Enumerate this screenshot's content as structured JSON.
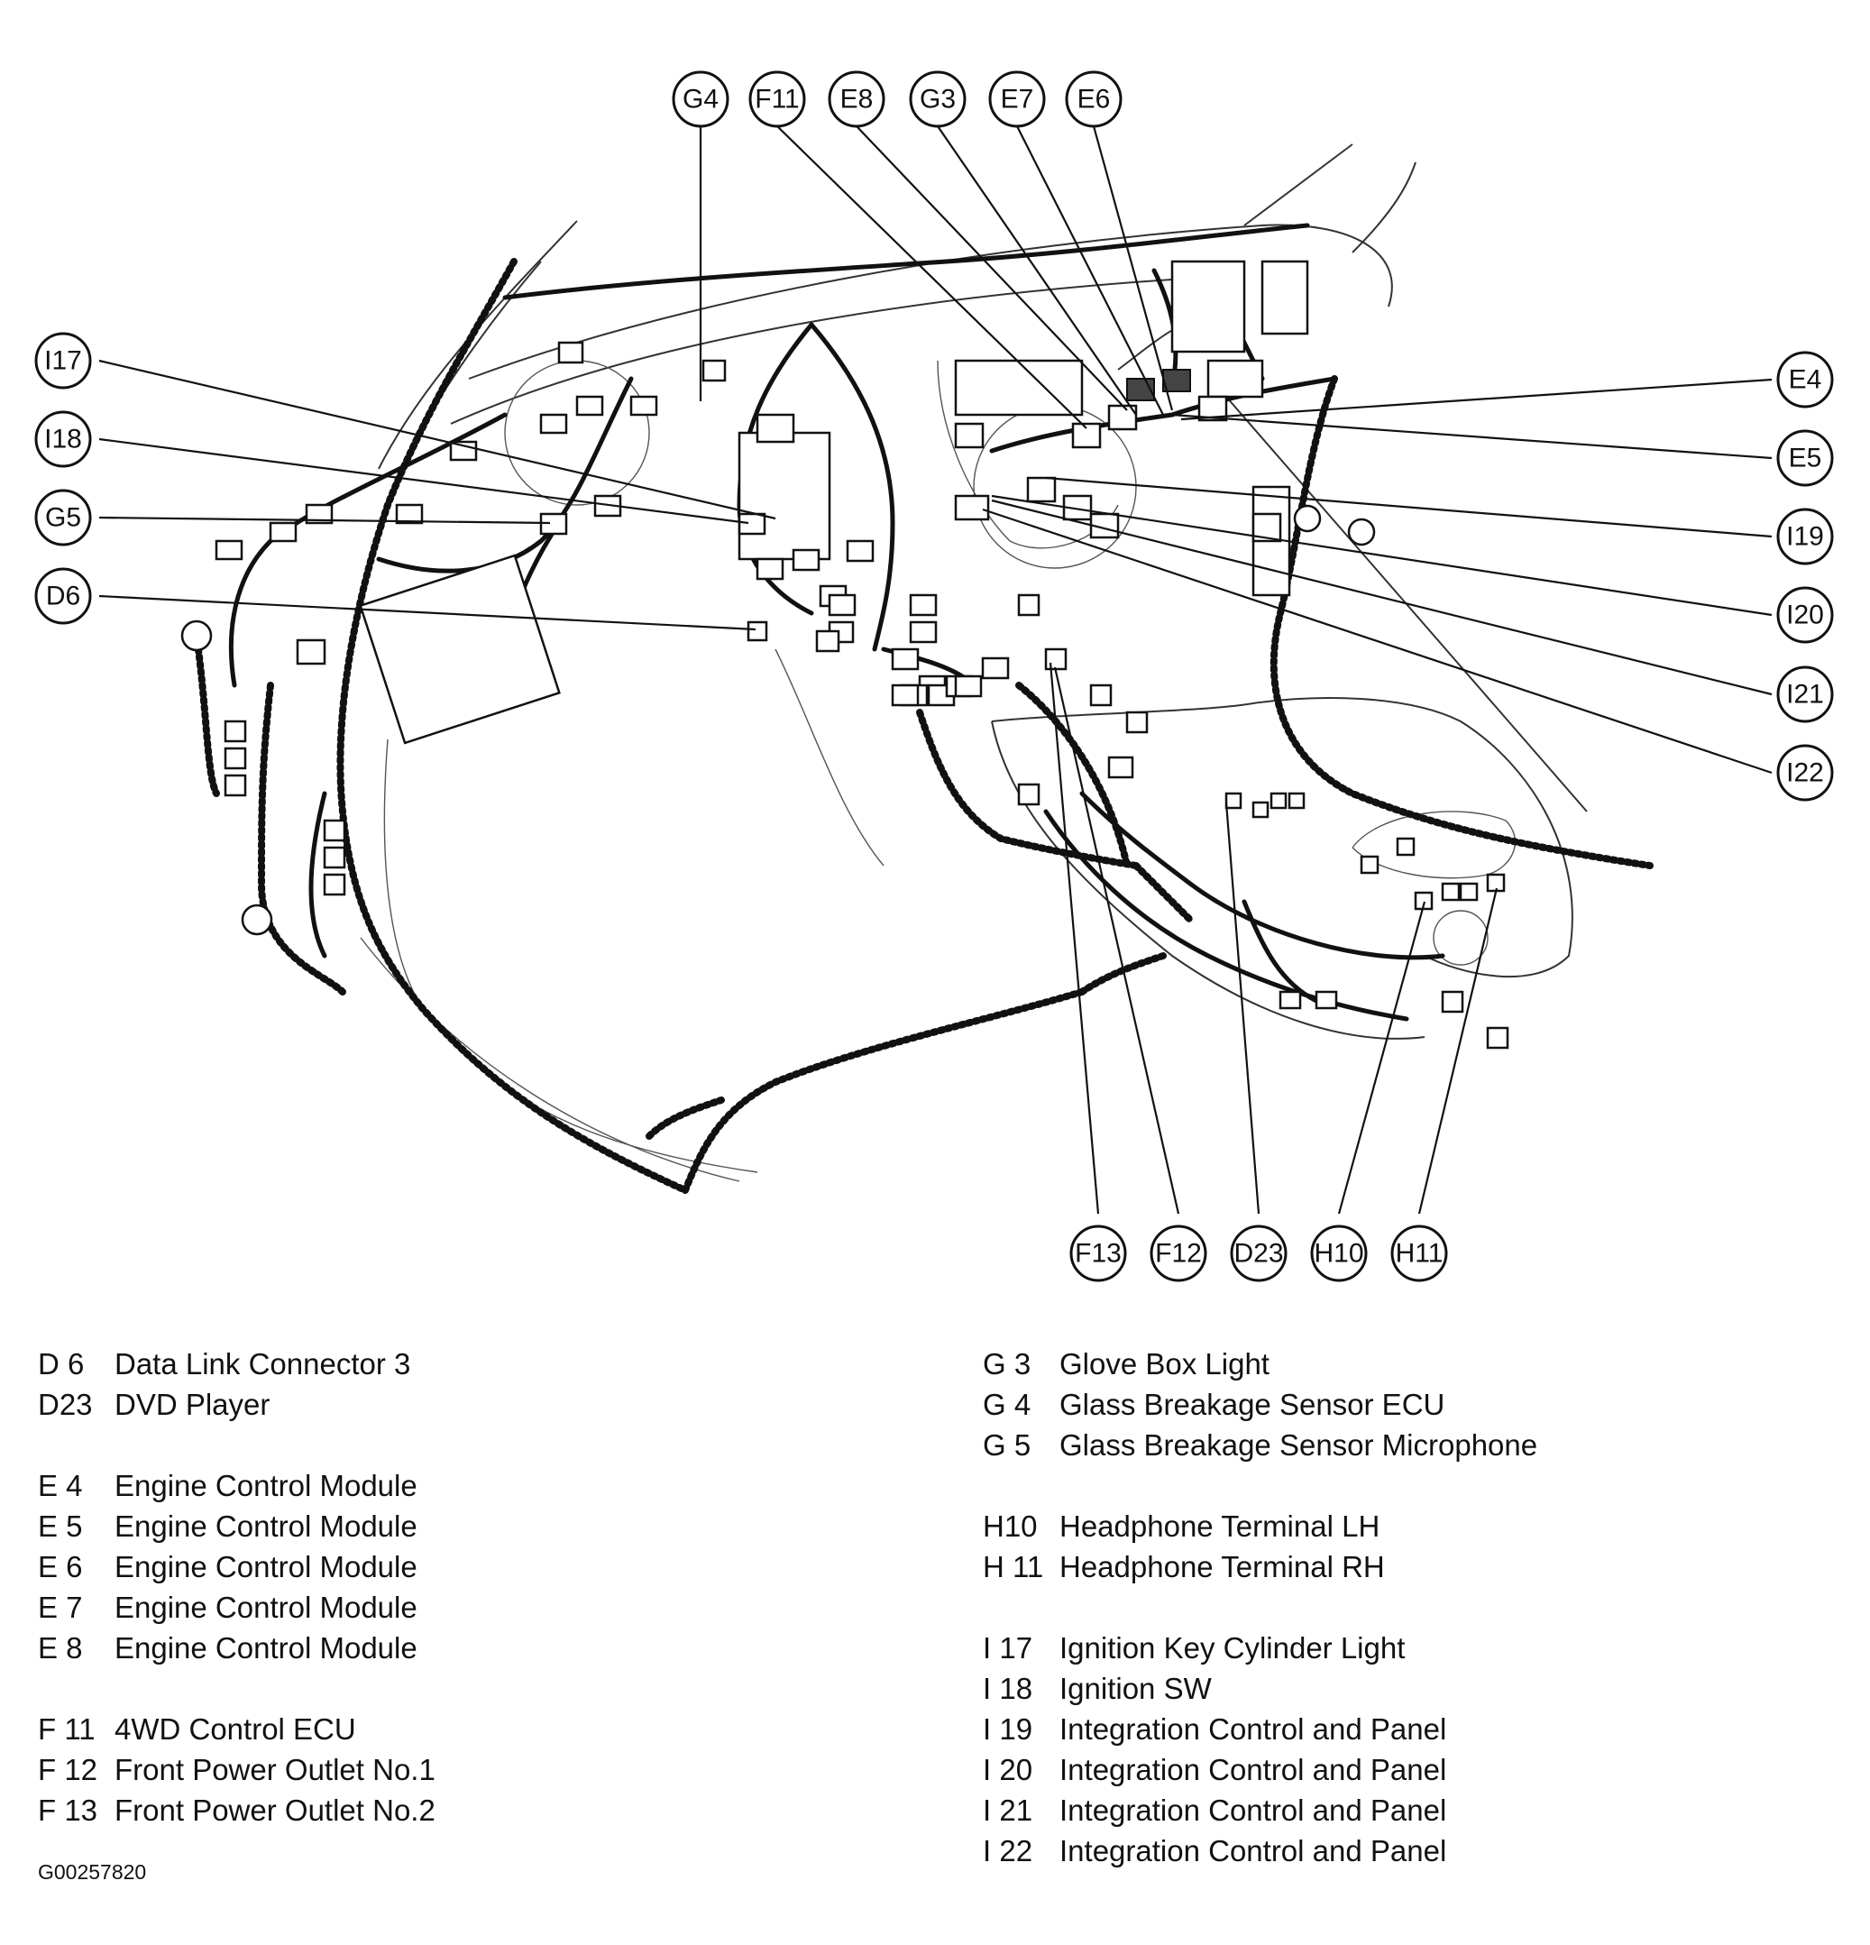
{
  "callouts": {
    "G4": "G4",
    "F11": "F11",
    "E8": "E8",
    "G3": "G3",
    "E7": "E7",
    "E6": "E6",
    "I17": "I17",
    "I18": "I18",
    "G5": "G5",
    "D6": "D6",
    "E4": "E4",
    "E5": "E5",
    "I19": "I19",
    "I20": "I20",
    "I21": "I21",
    "I22": "I22",
    "F13": "F13",
    "F12": "F12",
    "D23": "D23",
    "H10": "H10",
    "H11": "H11"
  },
  "legend_left": [
    {
      "code": "D 6",
      "name": "Data Link Connector 3"
    },
    {
      "code": "D23",
      "name": "DVD Player"
    },
    {
      "code": "E 4",
      "name": "Engine Control Module"
    },
    {
      "code": "E 5",
      "name": "Engine Control Module"
    },
    {
      "code": "E 6",
      "name": "Engine Control Module"
    },
    {
      "code": "E 7",
      "name": "Engine Control Module"
    },
    {
      "code": "E 8",
      "name": "Engine Control Module"
    },
    {
      "code": "F 11",
      "name": "4WD Control ECU"
    },
    {
      "code": "F 12",
      "name": "Front Power Outlet No.1"
    },
    {
      "code": "F 13",
      "name": "Front Power Outlet No.2"
    }
  ],
  "legend_right": [
    {
      "code": "G 3",
      "name": "Glove Box Light"
    },
    {
      "code": "G 4",
      "name": "Glass Breakage Sensor ECU"
    },
    {
      "code": "G 5",
      "name": "Glass Breakage Sensor Microphone"
    },
    {
      "code": "H10",
      "name": "Headphone Terminal LH"
    },
    {
      "code": "H 11",
      "name": "Headphone Terminal RH"
    },
    {
      "code": "I 17",
      "name": "Ignition Key Cylinder Light"
    },
    {
      "code": "I 18",
      "name": "Ignition SW"
    },
    {
      "code": "I 19",
      "name": "Integration Control and Panel"
    },
    {
      "code": "I 20",
      "name": "Integration Control and Panel"
    },
    {
      "code": "I 21",
      "name": "Integration Control and Panel"
    },
    {
      "code": "I 22",
      "name": "Integration Control and Panel"
    }
  ],
  "figure_id": "G00257820"
}
